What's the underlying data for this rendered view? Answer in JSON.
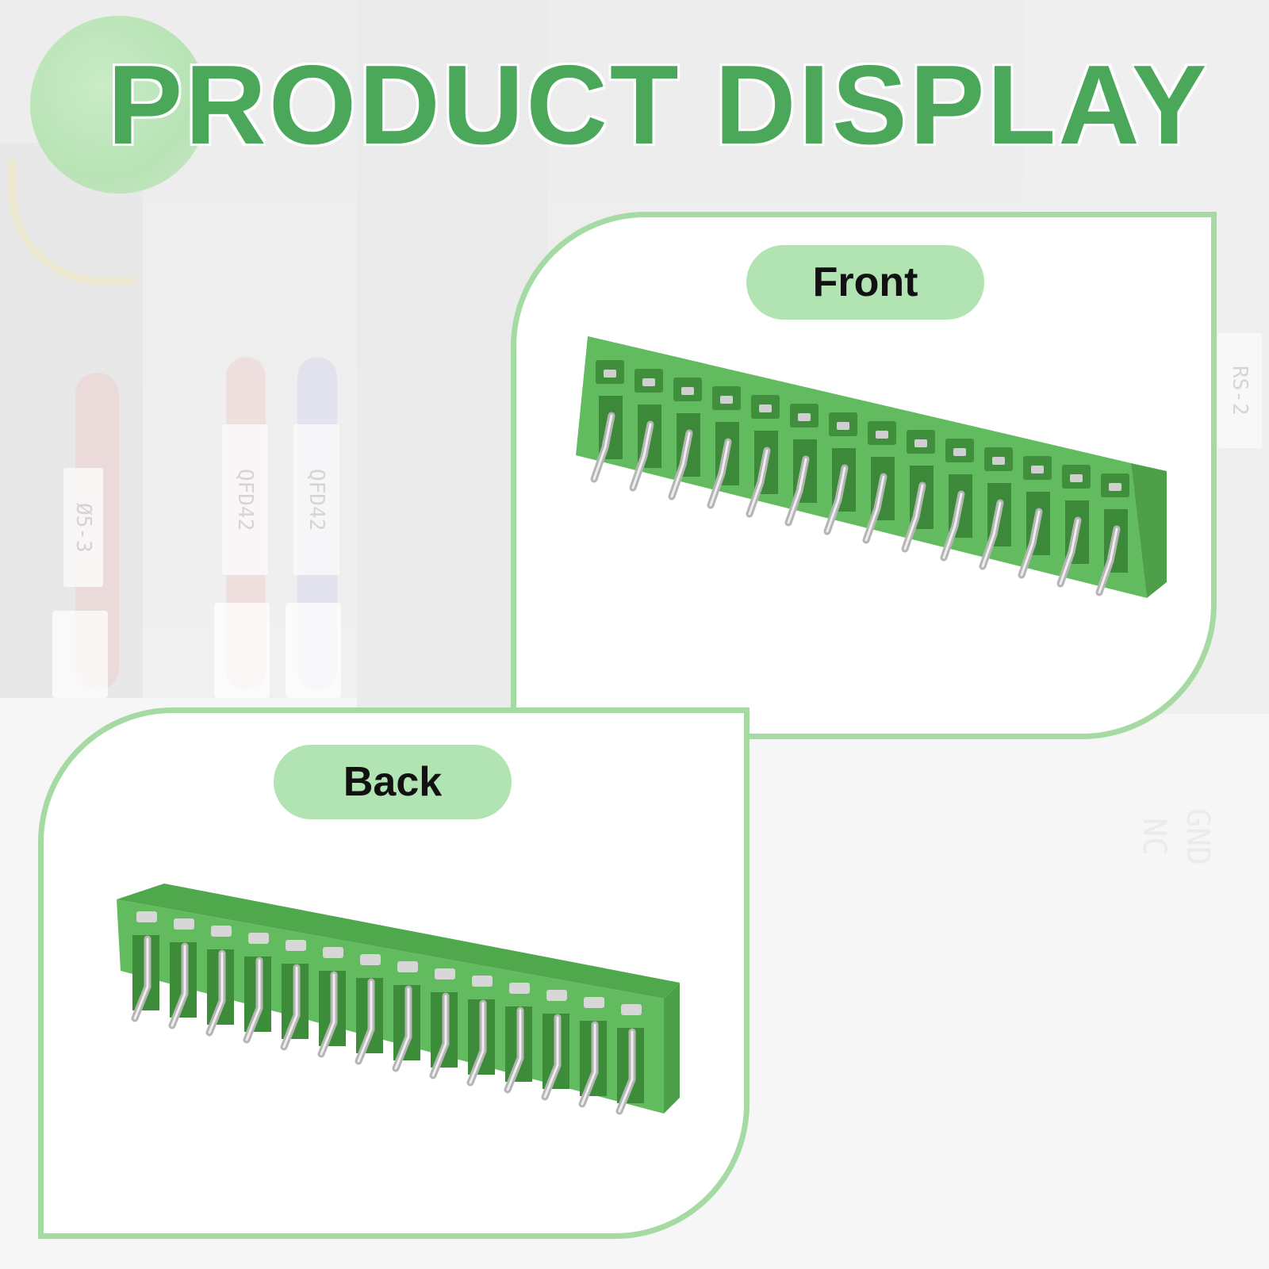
{
  "title": "PRODUCT DISPLAY",
  "colors": {
    "accent_green": "#4ba75a",
    "panel_border": "#a5dba3",
    "pill_fill": "#b1e4b2",
    "connector_green": "#62bb5e"
  },
  "panels": {
    "front": {
      "label": "Front"
    },
    "back": {
      "label": "Back"
    }
  },
  "background_tags": [
    "Ø5-3",
    "QFD42",
    "QFD42",
    "RS-2"
  ],
  "background_labels": [
    "NC",
    "GND"
  ],
  "connector": {
    "positions": 14
  }
}
